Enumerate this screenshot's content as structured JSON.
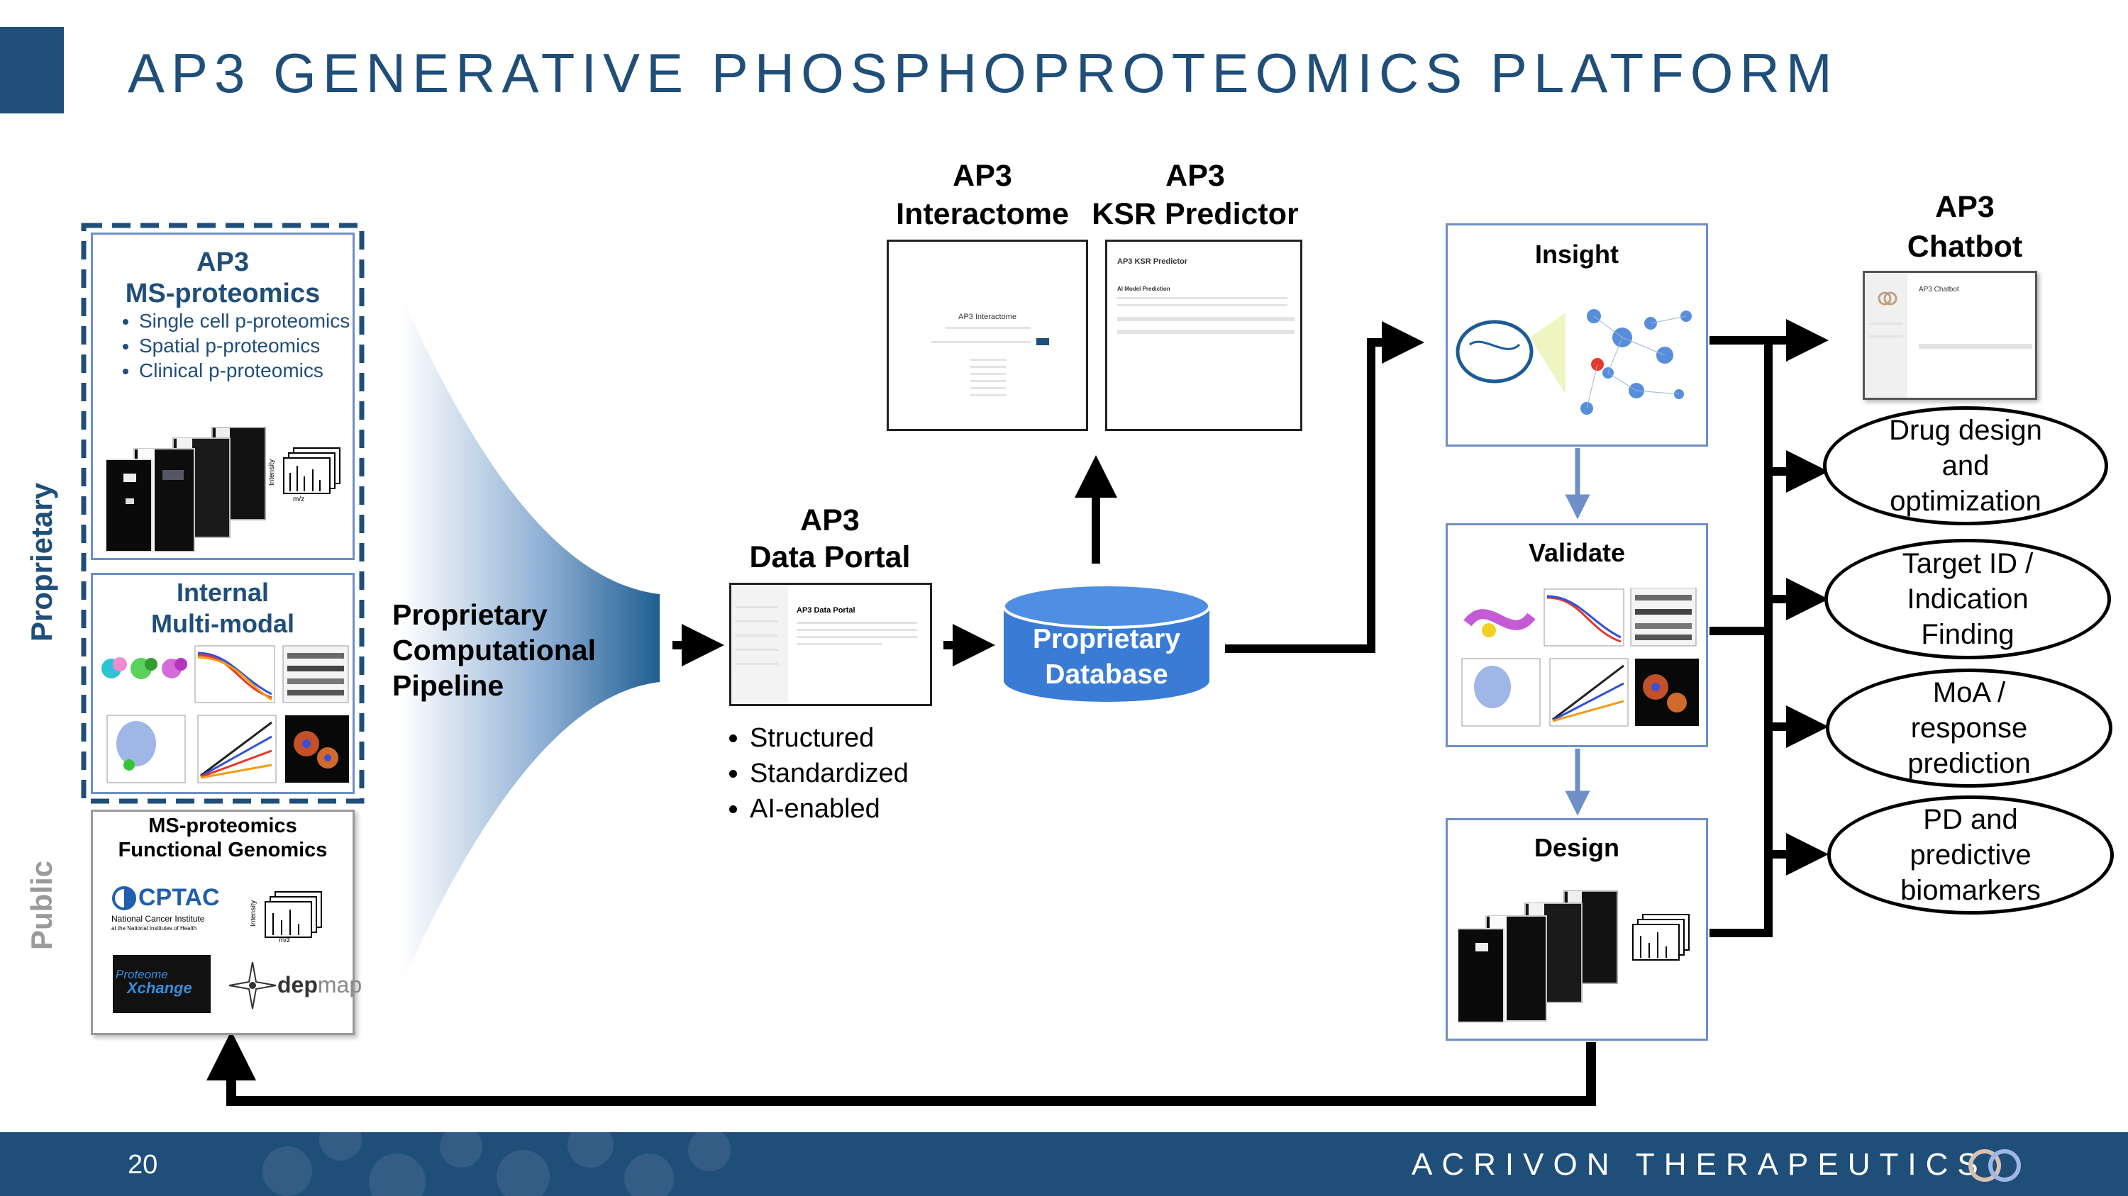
{
  "title": "AP3 GENERATIVE PHOSPHOPROTEOMICS PLATFORM",
  "side_labels": {
    "proprietary": "Proprietary",
    "public": "Public"
  },
  "ms_box": {
    "title_line1": "AP3",
    "title_line2": "MS-proteomics",
    "bullets": [
      "Single cell p-proteomics",
      "Spatial p-proteomics",
      "Clinical p-proteomics"
    ],
    "axis_y": "Intensity",
    "axis_x": "m/z"
  },
  "multimodal_box": {
    "line1": "Internal",
    "line2": "Multi-modal"
  },
  "public_box": {
    "line1": "MS-proteomics",
    "line2": "Functional Genomics",
    "cptac": "CPTAC",
    "cptac_sub1": "National Cancer Institute",
    "cptac_sub2": "at the National Institutes of Health",
    "proteome_a": "Proteome",
    "proteome_b": "Xchange",
    "depmap_a": "dep",
    "depmap_b": "map",
    "axis_y": "Intensity",
    "axis_x": "m/z"
  },
  "pipeline": {
    "line1": "Proprietary",
    "line2": "Computational",
    "line3": "Pipeline"
  },
  "data_portal": {
    "line1": "AP3",
    "line2": "Data Portal",
    "screen_title": "AP3 Data Portal",
    "bullets": [
      "Structured",
      "Standardized",
      "AI-enabled"
    ]
  },
  "interactome": {
    "line1": "AP3",
    "line2": "Interactome",
    "screen_title": "AP3 Interactome"
  },
  "ksr": {
    "line1": "AP3",
    "line2": "KSR Predictor",
    "screen_title": "AP3 KSR Predictor",
    "screen_sub": "AI Model Prediction"
  },
  "database": {
    "line1": "Proprietary",
    "line2": "Database"
  },
  "stages": {
    "insight": "Insight",
    "validate": "Validate",
    "design": "Design"
  },
  "chatbot": {
    "line1": "AP3",
    "line2": "Chatbot",
    "screen_title": "AP3 Chatbot"
  },
  "outcomes": [
    {
      "lines": [
        "Drug design",
        "and",
        "optimization"
      ]
    },
    {
      "lines": [
        "Target ID /",
        "Indication",
        "Finding"
      ]
    },
    {
      "lines": [
        "MoA /",
        "response",
        "prediction"
      ]
    },
    {
      "lines": [
        "PD and",
        "predictive",
        "biomarkers"
      ]
    }
  ],
  "footer": {
    "page": "20",
    "company": "ACRIVON THERAPEUTICS"
  },
  "colors": {
    "navy": "#1f4e79",
    "box_border": "#6e8fc7",
    "database": "#3a7bd5",
    "arrow": "#000000"
  }
}
